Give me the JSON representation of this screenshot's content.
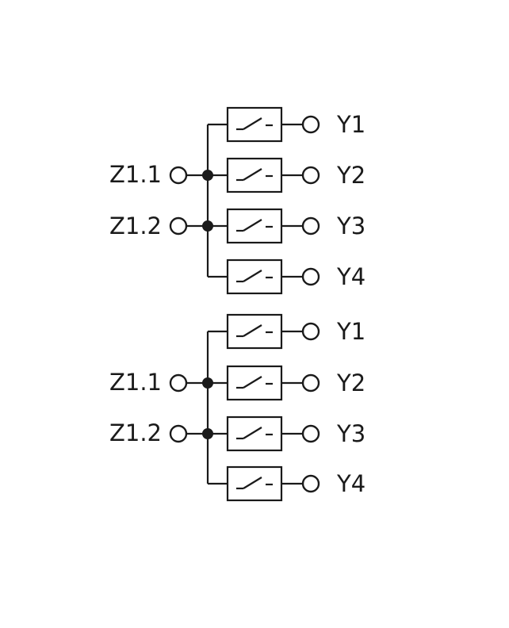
{
  "diagram": {
    "blocks": [
      {
        "inputs": [
          {
            "label": "Z1.1"
          },
          {
            "label": "Z1.2"
          }
        ],
        "outputs": [
          {
            "label": "Y1"
          },
          {
            "label": "Y2"
          },
          {
            "label": "Y3"
          },
          {
            "label": "Y4"
          }
        ]
      },
      {
        "inputs": [
          {
            "label": "Z1.1"
          },
          {
            "label": "Z1.2"
          }
        ],
        "outputs": [
          {
            "label": "Y1"
          },
          {
            "label": "Y2"
          },
          {
            "label": "Y3"
          },
          {
            "label": "Y4"
          }
        ]
      }
    ]
  }
}
